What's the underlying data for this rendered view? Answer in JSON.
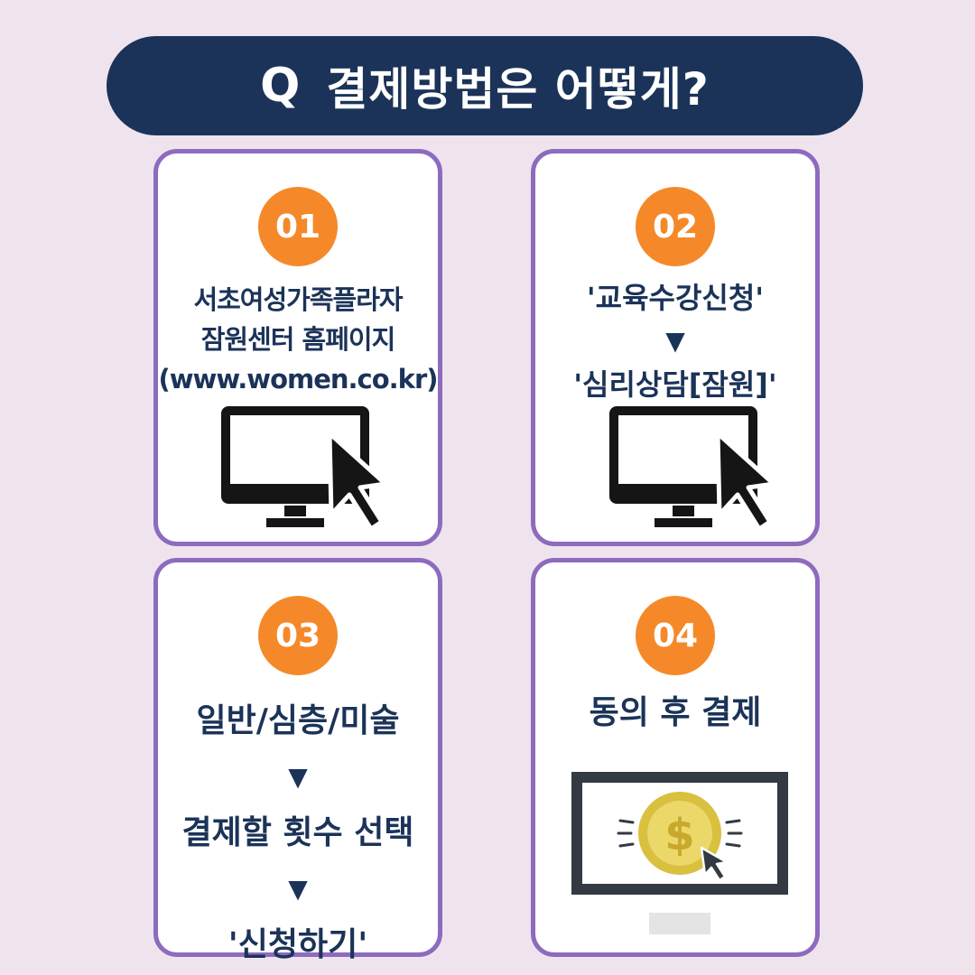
{
  "title": {
    "q_label": "Q",
    "text": "결제방법은 어떻게?"
  },
  "steps": [
    {
      "number": "01",
      "lines": [
        "서초여성가족플라자",
        "잠원센터 홈페이지",
        "(www.women.co.kr)"
      ],
      "icon": "monitor-cursor-icon"
    },
    {
      "number": "02",
      "lines": [
        "'교육수강신청'",
        "▼",
        "'심리상담[잠원]'"
      ],
      "icon": "monitor-cursor-icon"
    },
    {
      "number": "03",
      "lines": [
        "일반/심층/미술",
        "▼",
        "결제할 횟수 선택",
        "▼",
        "'신청하기'"
      ]
    },
    {
      "number": "04",
      "lines": [
        "동의 후 결제"
      ],
      "icon": "coin-payment-monitor-icon"
    }
  ],
  "colors": {
    "background": "#efe4ee",
    "navy": "#1b3358",
    "orange": "#f5892a",
    "purple_border": "#8d6bbe",
    "coin": "#e8d36a"
  }
}
